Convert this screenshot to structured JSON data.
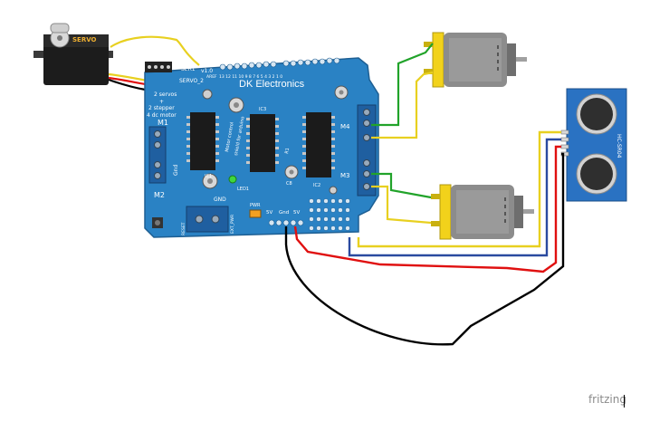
{
  "board": {
    "brand": "DK Electronics",
    "version": "v1.0",
    "subtitle_1": "Motor control",
    "subtitle_2": "shield for arduino",
    "servo_note_1": "2 servos",
    "servo_note_2": "+",
    "servo_note_3": "2 stepper",
    "servo_note_4": "4 dc motor",
    "m1": "M1",
    "m2": "M2",
    "m3": "M3",
    "m4": "M4",
    "gnd": "Gnd",
    "gnd_lower": "GND",
    "ext_pwr": "EXT_PWR",
    "reset": "RESET",
    "pwr": "PWR",
    "led1": "LED1",
    "ic1": "IC1",
    "ic2": "IC2",
    "ic3": "IC3",
    "c8": "C8",
    "r1": "R1",
    "ser1": "SER1",
    "servo_2": "SERVO_2",
    "pin_5v": "5V",
    "pin_gnd": "Gnd",
    "pin_5v_b": "5V",
    "aref": "AREF",
    "pin_numbers": "13 12 11 10 9 8  7 6 5 4 3 2 1 0"
  },
  "servo": {
    "label": "SERVO"
  },
  "sensor": {
    "label": "HC-SR04"
  },
  "watermark": {
    "text": "fritzing"
  },
  "colors": {
    "board": "#2a82c4",
    "board_edge": "#1e5f93",
    "chip": "#1b1b1b",
    "motor_body": "#8c8c8c",
    "motor_cap": "#f2d21b",
    "sensor_pcb": "#2a72c2",
    "wire_red": "#e01010",
    "wire_black": "#000000",
    "wire_green": "#21a32a",
    "wire_yellow": "#e8d020",
    "wire_blue": "#2a4aa0"
  }
}
